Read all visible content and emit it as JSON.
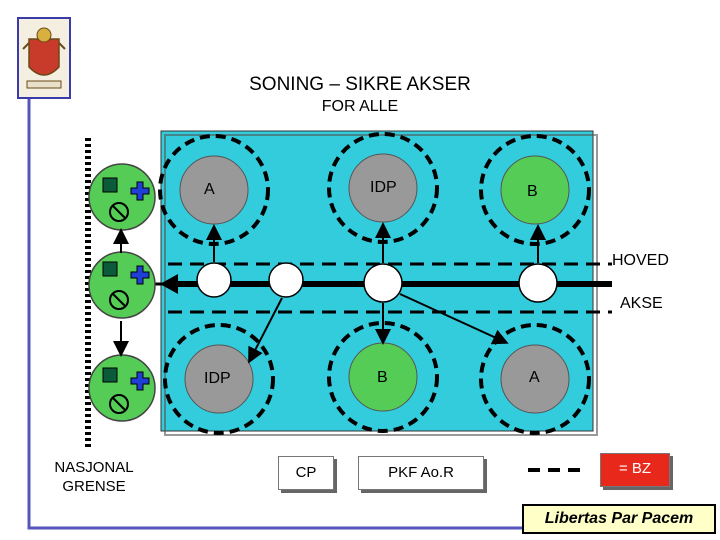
{
  "header": {
    "title": "SONING – SIKRE AKSER",
    "subtitle": "FOR ALLE"
  },
  "units": {
    "top_left": "A",
    "top_center": "IDP",
    "top_right": "B",
    "bottom_left": "IDP",
    "bottom_center": "B",
    "bottom_right": "A"
  },
  "axis": {
    "label_line1": "HOVED",
    "label_line2": "AKSE"
  },
  "border": {
    "label_line1": "NASJONAL",
    "label_line2": "GRENSE"
  },
  "legend": {
    "cp": "CP",
    "pkf": "PKF Ao.R",
    "bz": "= BZ"
  },
  "motto": "Libertas Par Pacem",
  "colors": {
    "zone": "#33ccdd",
    "grey_unit": "#999999",
    "green_unit": "#55cc55",
    "frame": "#5555bb",
    "bz": "#e8281a"
  }
}
